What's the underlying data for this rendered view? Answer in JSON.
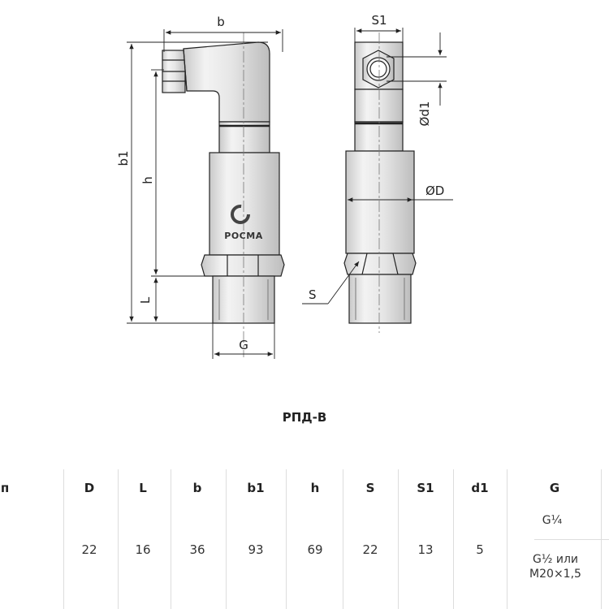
{
  "drawing": {
    "labels": {
      "b": "b",
      "b1": "b1",
      "h": "h",
      "L": "L",
      "G": "G",
      "S1": "S1",
      "d1": "Ød1",
      "D": "ØD",
      "S": "S"
    },
    "logo_text": "РОСМА"
  },
  "model_title": "РПД-В",
  "table": {
    "columns": [
      "п",
      "D",
      "L",
      "b",
      "b1",
      "h",
      "S",
      "S1",
      "d1",
      "G"
    ],
    "row": [
      "",
      "22",
      "16",
      "36",
      "93",
      "69",
      "22",
      "13",
      "5"
    ],
    "g_values": [
      "G¼",
      "G½ или",
      "M20×1,5"
    ]
  }
}
